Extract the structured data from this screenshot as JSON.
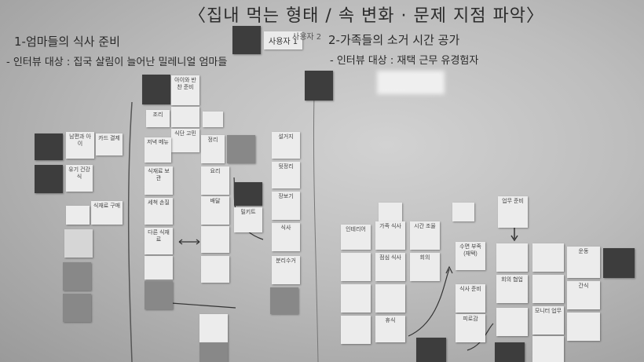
{
  "board": {
    "title": "〈집내 먹는 형태 / 속 변화 · 문제 지점 파악〉",
    "section1": {
      "heading": "1-엄마들의 식사 준비",
      "target": "- 인터뷰 대상 : 집국 살림이 늘어난 밀레니얼 엄마들"
    },
    "section2": {
      "heading": "2-가족들의 소거 시간 공가",
      "target": "- 인터뷰 대상 : 재택 근무 유경험자"
    },
    "top_labels": [
      "사용자 1",
      "사용자 2"
    ],
    "notes": [
      {
        "id": "n1",
        "shade": "dk",
        "text": ""
      },
      {
        "id": "n2",
        "shade": "lt",
        "text": "남편과 아이"
      },
      {
        "id": "n3",
        "shade": "lt",
        "text": "카드 결제"
      },
      {
        "id": "n4",
        "shade": "dk",
        "text": ""
      },
      {
        "id": "n5",
        "shade": "lt",
        "text": "유기 건강식"
      },
      {
        "id": "n6",
        "shade": "lt",
        "text": "식재료 구매"
      },
      {
        "id": "n7",
        "shade": "lt",
        "text": ""
      },
      {
        "id": "n8",
        "shade": "md",
        "text": ""
      },
      {
        "id": "n9",
        "shade": "mg",
        "text": ""
      },
      {
        "id": "n10",
        "shade": "dk",
        "text": ""
      },
      {
        "id": "n11",
        "shade": "lt",
        "text": "아이와 반찬 준비"
      },
      {
        "id": "n12",
        "shade": "lt",
        "text": "조리"
      },
      {
        "id": "n13",
        "shade": "lt",
        "text": ""
      },
      {
        "id": "n14",
        "shade": "lt",
        "text": "식단 고민"
      },
      {
        "id": "n15",
        "shade": "lt",
        "text": "저녁 메뉴"
      },
      {
        "id": "n16",
        "shade": "lt",
        "text": "식재료 보관"
      },
      {
        "id": "n17",
        "shade": "lt",
        "text": "세척 손질"
      },
      {
        "id": "n18",
        "shade": "lt",
        "text": "다른 식재료"
      },
      {
        "id": "n19",
        "shade": "mg",
        "text": ""
      },
      {
        "id": "n20",
        "shade": "lt",
        "text": "정리"
      },
      {
        "id": "n21",
        "shade": "lt",
        "text": "요리"
      },
      {
        "id": "n22",
        "shade": "mg",
        "text": ""
      },
      {
        "id": "n23",
        "shade": "lt",
        "text": "배달"
      },
      {
        "id": "n24",
        "shade": "lt",
        "text": "밀키트"
      },
      {
        "id": "n25",
        "shade": "dk",
        "text": ""
      },
      {
        "id": "n26",
        "shade": "lt",
        "text": "설거지"
      },
      {
        "id": "n27",
        "shade": "lt",
        "text": "뒷정리"
      },
      {
        "id": "n28",
        "shade": "lt",
        "text": "장보기"
      },
      {
        "id": "n29",
        "shade": "lt",
        "text": "식사"
      },
      {
        "id": "n30",
        "shade": "lt",
        "text": "분리수거"
      },
      {
        "id": "n31",
        "shade": "mg",
        "text": ""
      },
      {
        "id": "n32",
        "shade": "lt",
        "text": "인테리어"
      },
      {
        "id": "n33",
        "shade": "lt",
        "text": "가족 식사"
      },
      {
        "id": "n34",
        "shade": "lt",
        "text": "시간 조율"
      },
      {
        "id": "n35",
        "shade": "lt",
        "text": "업무 준비"
      },
      {
        "id": "n36",
        "shade": "lt",
        "text": "점심 식사"
      },
      {
        "id": "n37",
        "shade": "lt",
        "text": "회의"
      },
      {
        "id": "n38",
        "shade": "lt",
        "text": "휴식"
      },
      {
        "id": "n39",
        "shade": "lt",
        "text": "수면 부족 (재택)"
      },
      {
        "id": "n40",
        "shade": "lt",
        "text": "회의 협업"
      },
      {
        "id": "n41",
        "shade": "lt",
        "text": "식사 준비"
      },
      {
        "id": "n42",
        "shade": "lt",
        "text": "피로감"
      },
      {
        "id": "n43",
        "shade": "lt",
        "text": "모니터 업무"
      },
      {
        "id": "n44",
        "shade": "lt",
        "text": "운동"
      },
      {
        "id": "n45",
        "shade": "lt",
        "text": "간식"
      },
      {
        "id": "n46",
        "shade": "dk",
        "text": ""
      },
      {
        "id": "n47",
        "shade": "dk",
        "text": ""
      },
      {
        "id": "n48",
        "shade": "dk",
        "text": ""
      },
      {
        "id": "n49",
        "shade": "dk",
        "text": ""
      }
    ]
  }
}
